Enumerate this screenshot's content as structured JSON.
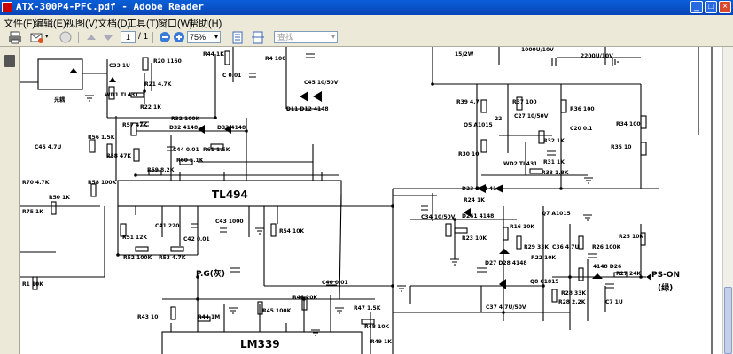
{
  "window": {
    "title": "ATX-300P4-PFC.pdf - Adobe Reader"
  },
  "window_buttons": {
    "minimize": "_",
    "maximize": "□",
    "close": "×"
  },
  "menu": [
    "文件(F)",
    "编辑(E)",
    "视图(V)",
    "文档(D)",
    "工具(T)",
    "窗口(W)",
    "帮助(H)"
  ],
  "toolbar": {
    "page_current": "1",
    "page_total": "/ 1",
    "zoom": "75%",
    "search_placeholder": "查找"
  },
  "schematic": {
    "ic1": "TL494",
    "ic2": "LM339",
    "pg": "P.G(灰)",
    "pson": "PS-ON",
    "pson_color": "(绿)",
    "guang_ou": "光耦",
    "labels": [
      "C33 1U",
      "R20 1160",
      "WD1 TL431",
      "R21 4.7K",
      "R22 1K",
      "R44 1K",
      "C 0.01",
      "R4 100",
      "C45 10/50V",
      "D11 D12 4148",
      "R57 47K",
      "R32 100K",
      "D32 4148",
      "D33 4148",
      "C45 4.7U",
      "R56 1.5K",
      "R58 47K",
      "C44 0.01",
      "R61 1.5K",
      "R60 5.1K",
      "R59 8.2K",
      "R70 4.7K",
      "R75 1K",
      "R50 1K",
      "R58 100K",
      "C41 220",
      "C42 0.01",
      "C43 1000",
      "R54 10K",
      "R51 12K",
      "R52 100K",
      "R53 4.7K",
      "R43 10",
      "R44 1M",
      "R45 100K",
      "R46 20K",
      "C40 0.01",
      "R47 1.5K",
      "R48 10K",
      "R49 1K",
      "R1 10K",
      "15/2W",
      "1000U/10V",
      "2200U/10V",
      "R39 4.7",
      "R37 100",
      "C27 10/50V",
      "R36 100",
      "R34 100",
      "Q5 A1015",
      "22",
      "R32 1K",
      "C20 0.1",
      "R35 10",
      "R30 10",
      "WD2 TL431",
      "R33 1.8K",
      "R31 1K",
      "D23 D24 4148",
      "C34 10/50V",
      "D261 4148",
      "R24 1K",
      "Q7 A1015",
      "R23 10K",
      "R16 10K",
      "R29 33K",
      "R22 10K",
      "R26 100K",
      "R25 10K",
      "D27 D28 4148",
      "C36 4.7U",
      "Q8 C1815",
      "R28 2.2K",
      "C7 1U",
      "R27 24K",
      "R28 33K",
      "C37 4.7U/50V",
      "4148 D26"
    ]
  }
}
